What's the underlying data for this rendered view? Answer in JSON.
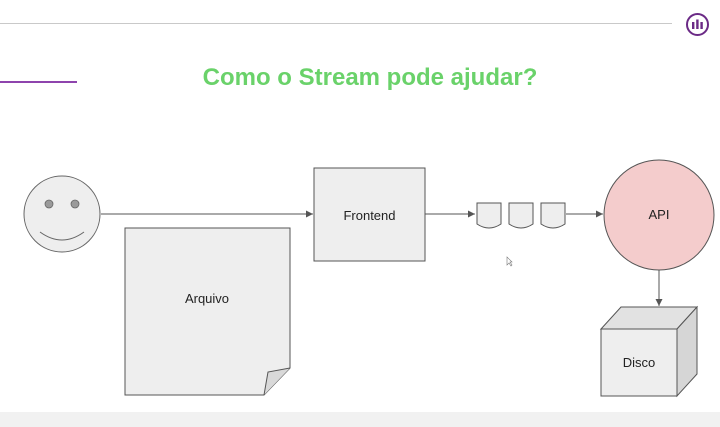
{
  "slide": {
    "title": "Como o Stream pode ajudar?",
    "logo_icon": "brand-logo-icon"
  },
  "diagram": {
    "nodes": {
      "frontend": "Frontend",
      "api": "API",
      "arquivo": "Arquivo",
      "disco": "Disco"
    },
    "icons": {
      "user": "smiley-face-icon",
      "chunks": "document-chunk-icon",
      "storage": "storage-box-icon"
    }
  },
  "colors": {
    "title": "#6ad26a",
    "accent": "#8e44ad",
    "logo": "#6b2a86",
    "api_fill": "#f4cccc",
    "node_fill": "#eeeeee",
    "node_stroke": "#555555"
  }
}
